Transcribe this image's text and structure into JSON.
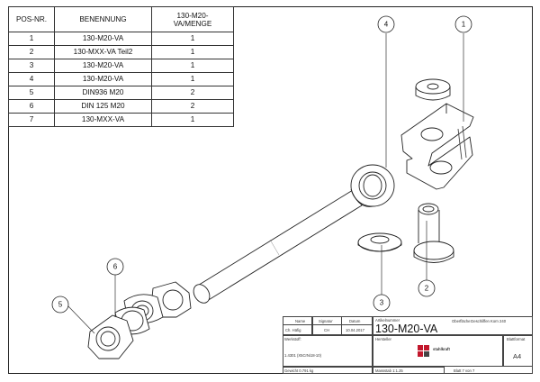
{
  "bom": {
    "headers": [
      "POS-NR.",
      "BENENNUNG",
      "130-M20-\nVA/MENGE"
    ],
    "header_qty_line1": "130-M20-",
    "header_qty_line2": "VA/MENGE",
    "rows": [
      {
        "pos": "1",
        "name": "130-M20-VA",
        "qty": "1"
      },
      {
        "pos": "2",
        "name": "130-MXX-VA Teil2",
        "qty": "1"
      },
      {
        "pos": "3",
        "name": "130-M20-VA",
        "qty": "1"
      },
      {
        "pos": "4",
        "name": "130-M20-VA",
        "qty": "1"
      },
      {
        "pos": "5",
        "name": "DIN936 M20",
        "qty": "2"
      },
      {
        "pos": "6",
        "name": "DIN 125 M20",
        "qty": "2"
      },
      {
        "pos": "7",
        "name": "130-MXX-VA",
        "qty": "1"
      }
    ]
  },
  "balloons": [
    "1",
    "2",
    "3",
    "4",
    "5",
    "6"
  ],
  "title_block": {
    "name_label": "Name",
    "signature_label": "Signatur",
    "date_label": "Datum",
    "author": "Ch. Häfig",
    "author_sig": "CH",
    "date": "10.04.2017",
    "article_label": "Artikelnummer",
    "article_number": "130-M20-VA",
    "surface_label": "Oberfläche:",
    "surface_value": "Geschliffen Korn 240",
    "material_label": "Werkstoff:",
    "material_value": "1.4301 (X5CrNi18-10)",
    "manufacturer_label": "Hersteller",
    "company": "stahlkraft",
    "sheet_format_label": "Blattformat",
    "sheet_format": "A4",
    "weight": "Gewicht 0.791 kg",
    "scale": "Massstab 1:1.25",
    "sheet": "Blatt 7 von 7"
  }
}
